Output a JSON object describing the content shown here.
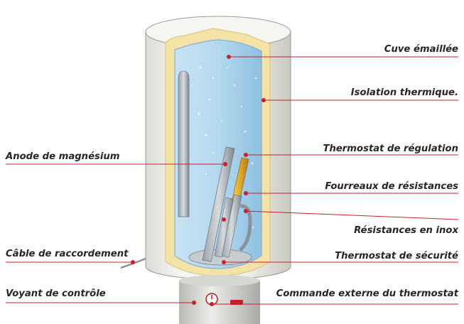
{
  "labels": {
    "cuve": "Cuve émaillée",
    "isolation": "Isolation thermique.",
    "thermostat_regulation": "Thermostat de régulation",
    "fourreaux": "Fourreaux de résistances",
    "resistances": "Résistances en inox",
    "thermostat_securite": "Thermostat de sécurité",
    "commande": "Commande externe du thermostat",
    "anode": "Anode de magnésium",
    "cable": "Câble de raccordement",
    "voyant": "Voyant de contrôle"
  },
  "colors": {
    "leader": "#c8202e",
    "water": "#a9d2ec",
    "insulation": "#f3e3a6",
    "shell": "#f2f2ee"
  }
}
